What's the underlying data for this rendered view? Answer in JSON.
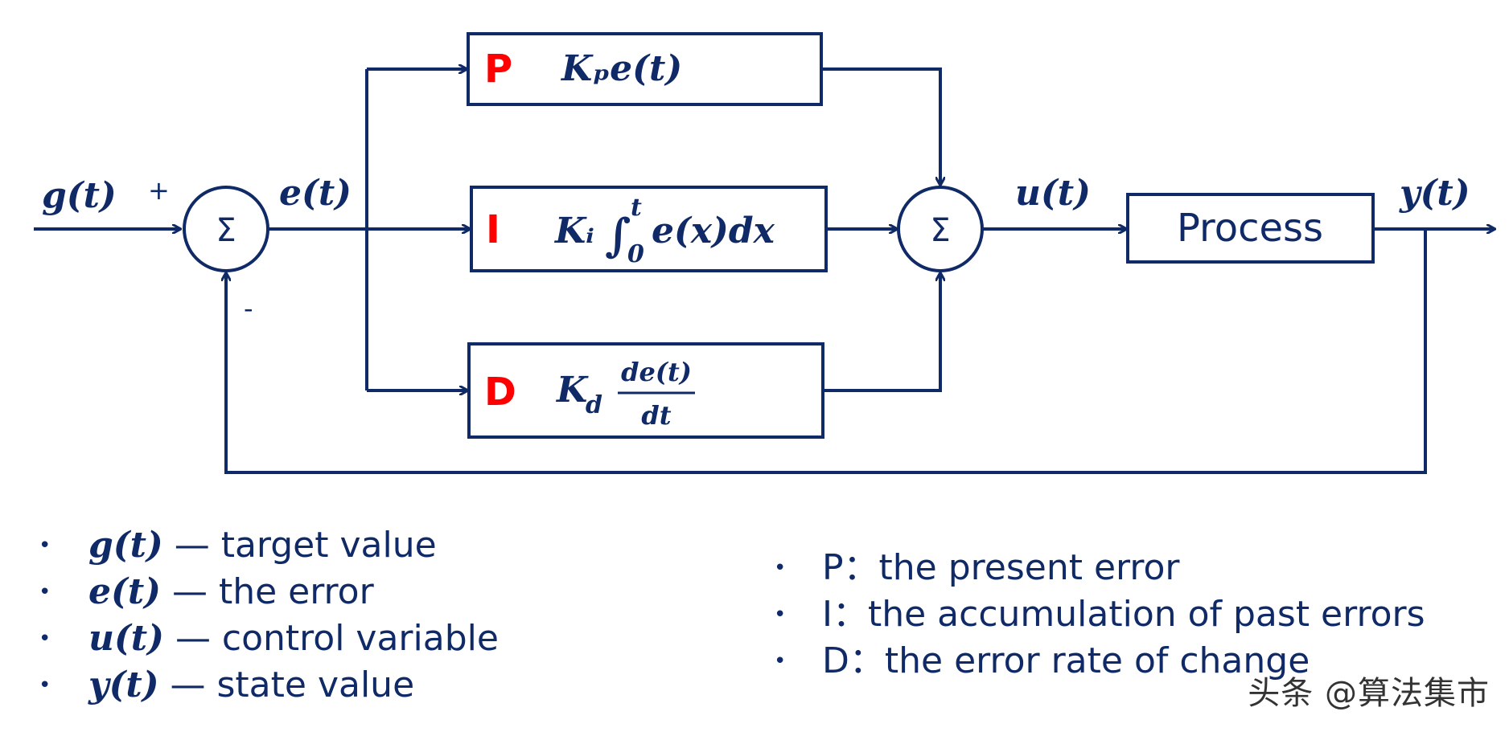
{
  "diagram": {
    "input_signal": "g(t)",
    "plus_sign": "+",
    "minus_sign": "-",
    "sum_symbol": "Σ",
    "error_signal": "e(t)",
    "control_signal": "u(t)",
    "output_signal": "y(t)",
    "p_block": {
      "letter": "P",
      "formula": "Kₚe(t)"
    },
    "i_block": {
      "letter": "I",
      "formula_k": "Kᵢ",
      "integral": "∫",
      "upper": "t",
      "lower": "0",
      "integrand": "e(x)dx"
    },
    "d_block": {
      "letter": "D",
      "formula_k": "K",
      "sub": "d",
      "numerator": "de(t)",
      "denominator": "dt"
    },
    "process_block": "Process"
  },
  "legend_left": [
    {
      "symbol": "g(t)",
      "text": " — target value"
    },
    {
      "symbol": "e(t)",
      "text": " — the error"
    },
    {
      "symbol": "u(t)",
      "text": " — control variable"
    },
    {
      "symbol": "y(t)",
      "text": " — state value"
    }
  ],
  "legend_right": [
    {
      "text": "P：the present error"
    },
    {
      "text": "I：the accumulation of past errors"
    },
    {
      "text": "D：the error rate of change"
    }
  ],
  "bullet": "•",
  "watermark": "头条 @算法集市",
  "colors": {
    "primary": "#0f2a66",
    "accent": "#ff0000"
  }
}
